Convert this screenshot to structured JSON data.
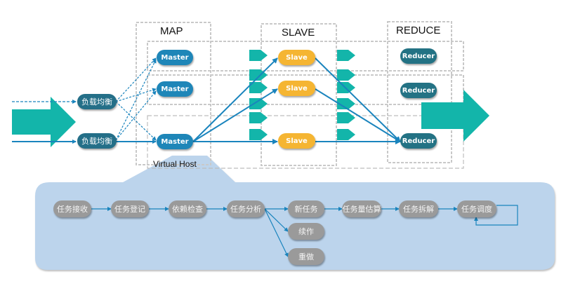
{
  "columns": {
    "map": "MAP",
    "slave": "SLAVE",
    "reduce": "REDUCE"
  },
  "load_balancers": [
    "负载均衡",
    "负载均衡"
  ],
  "masters": [
    "Master",
    "Master",
    "Master"
  ],
  "slaves": [
    "Slave",
    "Slave",
    "Slave"
  ],
  "reducers": [
    "Reducer",
    "Reducer",
    "Reducer"
  ],
  "virtual_host_label": "Virtual Host",
  "task_flow": {
    "main": [
      "任务接收",
      "任务登记",
      "依赖检查",
      "任务分析",
      "新任务",
      "任务量估算",
      "任务拆解",
      "任务调度"
    ],
    "branches": [
      "续作",
      "重做"
    ]
  },
  "colors": {
    "master": "#1e86b8",
    "load_balancer": "#246f88",
    "slave": "#f5b532",
    "reducer": "#237284",
    "task": "#9a9a9a",
    "big_arrow": "#13b5aa",
    "edge": "#1a84bd",
    "panel": "#bcd4ec"
  }
}
